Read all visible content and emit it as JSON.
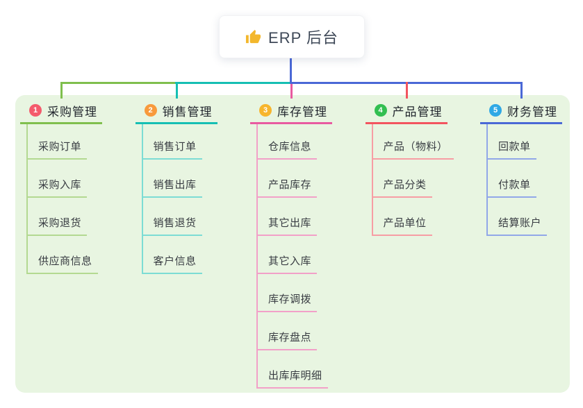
{
  "root": {
    "icon": "thumbs-up-icon",
    "icon_color": "#f3b72c",
    "label": "ERP 后台"
  },
  "branches": [
    {
      "badge": "1",
      "title": "采购管理",
      "badge_color": "#f45b6c",
      "line_color": "#7fbf4d",
      "child_line_color": "#b3d991",
      "children": [
        "采购订单",
        "采购入库",
        "采购退货",
        "供应商信息"
      ]
    },
    {
      "badge": "2",
      "title": "销售管理",
      "badge_color": "#f89a3c",
      "line_color": "#16bfb3",
      "child_line_color": "#7cdcd4",
      "children": [
        "销售订单",
        "销售出库",
        "销售退货",
        "客户信息"
      ]
    },
    {
      "badge": "3",
      "title": "库存管理",
      "badge_color": "#f7b52c",
      "line_color": "#e85aa0",
      "child_line_color": "#f2a0c8",
      "children": [
        "仓库信息",
        "产品库存",
        "其它出库",
        "其它入库",
        "库存调拨",
        "库存盘点",
        "出库库明细"
      ]
    },
    {
      "badge": "4",
      "title": "产品管理",
      "badge_color": "#32bf51",
      "line_color": "#f2545f",
      "child_line_color": "#f79da4",
      "children": [
        "产品（物料）",
        "产品分类",
        "产品单位"
      ]
    },
    {
      "badge": "5",
      "title": "财务管理",
      "badge_color": "#2fa8e5",
      "line_color": "#4a68d6",
      "child_line_color": "#91a7e8",
      "children": [
        "回款单",
        "付款单",
        "结算账户"
      ]
    }
  ],
  "canvas": {
    "background_color": "#ffffff",
    "panel_color": "#e8f5e1",
    "root_connector_color": "#4a68d6"
  }
}
